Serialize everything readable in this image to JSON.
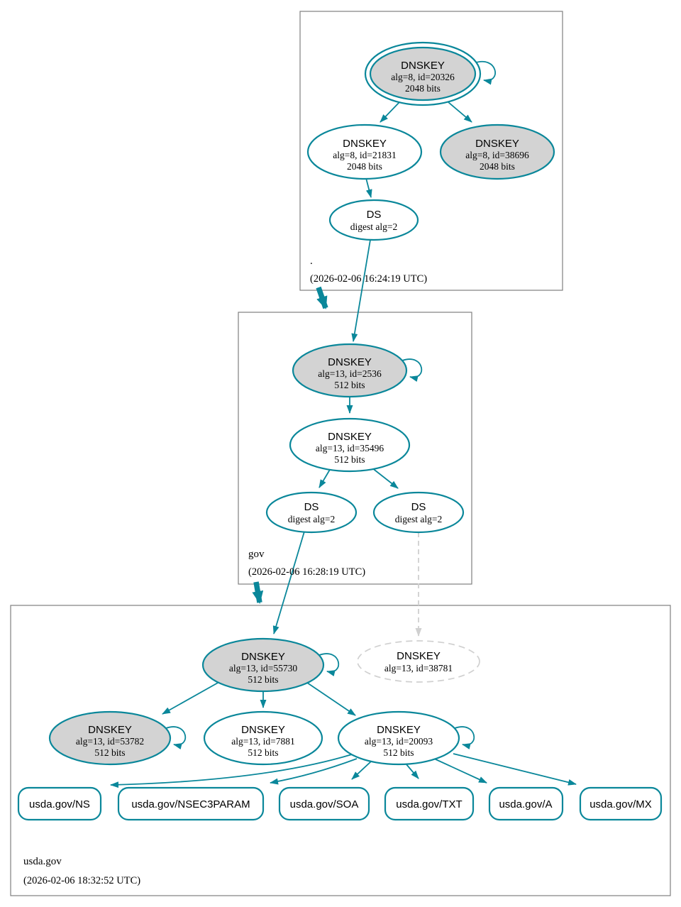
{
  "colors": {
    "secure_teal": "#0a879a",
    "sep_key_fill": "#d3d3d3",
    "node_fill": "#ffffff",
    "insecure_gray": "#d0d0d0",
    "zone_box_border": "#7f7f7f",
    "text": "#000000"
  },
  "zones": {
    "root": {
      "label": ".",
      "timestamp": "(2026-02-06 16:24:19 UTC)",
      "ksk": {
        "type": "DNSKEY",
        "detail": "alg=8, id=20326",
        "bits": "2048 bits"
      },
      "zsk": {
        "type": "DNSKEY",
        "detail": "alg=8, id=21831",
        "bits": "2048 bits"
      },
      "key38696": {
        "type": "DNSKEY",
        "detail": "alg=8, id=38696",
        "bits": "2048 bits"
      },
      "ds": {
        "type": "DS",
        "detail": "digest alg=2"
      }
    },
    "gov": {
      "label": "gov",
      "timestamp": "(2026-02-06 16:28:19 UTC)",
      "ksk": {
        "type": "DNSKEY",
        "detail": "alg=13, id=2536",
        "bits": "512 bits"
      },
      "zsk": {
        "type": "DNSKEY",
        "detail": "alg=13, id=35496",
        "bits": "512 bits"
      },
      "ds1": {
        "type": "DS",
        "detail": "digest alg=2"
      },
      "ds2": {
        "type": "DS",
        "detail": "digest alg=2"
      }
    },
    "usda": {
      "label": "usda.gov",
      "timestamp": "(2026-02-06 18:32:52 UTC)",
      "ksk": {
        "type": "DNSKEY",
        "detail": "alg=13, id=55730",
        "bits": "512 bits"
      },
      "key38781": {
        "type": "DNSKEY",
        "detail": "alg=13, id=38781"
      },
      "key53782": {
        "type": "DNSKEY",
        "detail": "alg=13, id=53782",
        "bits": "512 bits"
      },
      "key7881": {
        "type": "DNSKEY",
        "detail": "alg=13, id=7881",
        "bits": "512 bits"
      },
      "key20093": {
        "type": "DNSKEY",
        "detail": "alg=13, id=20093",
        "bits": "512 bits"
      },
      "rrsets": [
        {
          "label": "usda.gov/NS"
        },
        {
          "label": "usda.gov/NSEC3PARAM"
        },
        {
          "label": "usda.gov/SOA"
        },
        {
          "label": "usda.gov/TXT"
        },
        {
          "label": "usda.gov/A"
        },
        {
          "label": "usda.gov/MX"
        }
      ]
    }
  }
}
